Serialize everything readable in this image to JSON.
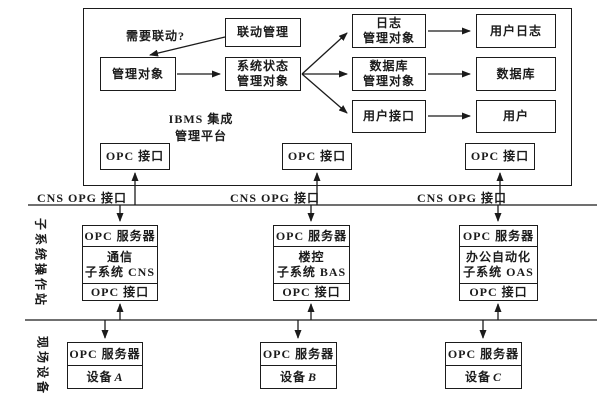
{
  "diagram": {
    "colors": {
      "line": "#1b1b1b",
      "background": "#ffffff",
      "text": "#1b1b1b"
    },
    "platform": {
      "title_line1": "IBMS 集成",
      "title_line2": "管理平台",
      "question_label": "需要联动?",
      "nodes": {
        "linkage_mgmt": "联动管理",
        "managed_object": "管理对象",
        "system_status_line1": "系统状态",
        "system_status_line2": "管理对象",
        "log_mgmt_line1": "日志",
        "log_mgmt_line2": "管理对象",
        "db_mgmt_line1": "数据库",
        "db_mgmt_line2": "管理对象",
        "user_interface": "用户接口",
        "user_log": "用户日志",
        "database": "数据库",
        "user": "用户",
        "opc_interface": "OPC 接口"
      }
    },
    "bus_labels": [
      "CNS  OPG 接口",
      "CNS  OPG 接口",
      "CNS  OPG 接口"
    ],
    "tier_labels": {
      "subsystem": "子系统操作站",
      "field": "现场设备"
    },
    "subsystems": [
      {
        "top": "OPC 服务器",
        "name_line1": "通信",
        "name_line2": "子系统 CNS",
        "bottom": "OPC 接口"
      },
      {
        "top": "OPC 服务器",
        "name_line1": "楼控",
        "name_line2": "子系统 BAS",
        "bottom": "OPC 接口"
      },
      {
        "top": "OPC 服务器",
        "name_line1": "办公自动化",
        "name_line2": "子系统 OAS",
        "bottom": "OPC 接口"
      }
    ],
    "devices": [
      {
        "top": "OPC 服务器",
        "name_prefix": "设备",
        "name_id": "A"
      },
      {
        "top": "OPC 服务器",
        "name_prefix": "设备",
        "name_id": "B"
      },
      {
        "top": "OPC 服务器",
        "name_prefix": "设备",
        "name_id": "C"
      }
    ]
  }
}
